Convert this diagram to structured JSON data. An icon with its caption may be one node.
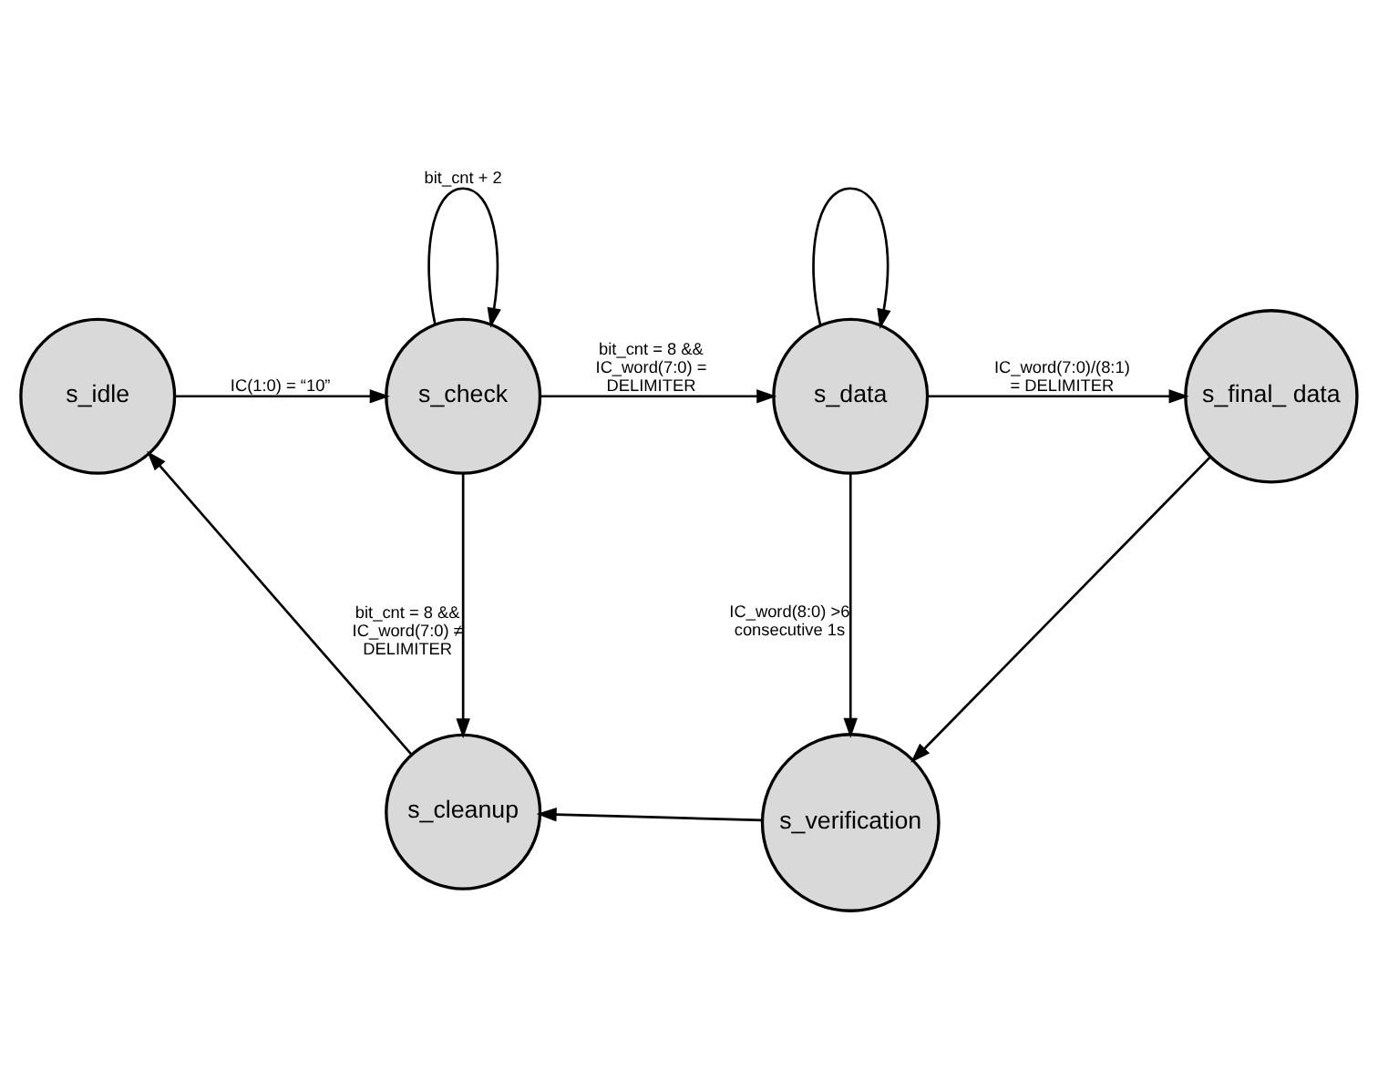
{
  "diagram": {
    "nodes": [
      {
        "text": [
          "s_check"
        ]
      },
      {
        "text": [
          "s_data"
        ]
      },
      {
        "text": [
          "s_idle"
        ]
      },
      {
        "text": [
          "s_final_ data"
        ]
      },
      {
        "text": [
          "s_cleanup"
        ]
      },
      {
        "text": [
          "s_verification"
        ]
      }
    ],
    "edges": [
      {
        "from": 0,
        "to": 0,
        "arrow": "to",
        "label": "bit_cnt + 2"
      },
      {
        "from": 0,
        "to": 1,
        "arrow": "to",
        "label": "bit_cnt = 8 && IC_word(7:0) = DELIMITER"
      },
      {
        "from": 1,
        "to": 1,
        "arrow": "to"
      },
      {
        "from": 0,
        "to": 4,
        "arrow": "to",
        "label": "bit_cnt = 8 && IC_word(7:0) ≠ DELIMITER"
      },
      {
        "from": 2,
        "to": 0,
        "arrow": "to",
        "label": "IC(1:0) = “10”"
      },
      {
        "from": 1,
        "to": 3,
        "arrow": "to",
        "label": "IC_word(7:0)/(8:1) = DELIMITER"
      },
      {
        "from": 1,
        "to": 5,
        "arrow": "to",
        "label": "IC_word(8:0) >6 consecutive 1s"
      },
      {
        "from": 3,
        "to": 5,
        "arrow": "to"
      },
      {
        "from": 5,
        "to": 4,
        "arrow": "to"
      },
      {
        "from": 4,
        "to": 2,
        "arrow": "to"
      }
    ]
  }
}
